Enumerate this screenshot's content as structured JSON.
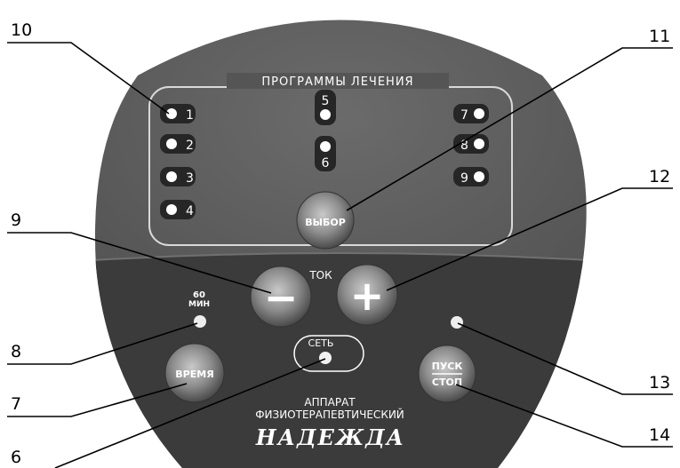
{
  "panel": {
    "programs_title": "ПРОГРАММЫ ЛЕЧЕНИЯ",
    "programs": [
      {
        "label": "1"
      },
      {
        "label": "2"
      },
      {
        "label": "3"
      },
      {
        "label": "4"
      },
      {
        "label": "5"
      },
      {
        "label": "6"
      },
      {
        "label": "7"
      },
      {
        "label": "8"
      },
      {
        "label": "9"
      }
    ],
    "select_button": "ВЫБОР",
    "current_label": "ТОК",
    "minus_button": "−",
    "plus_button": "+",
    "timer_label_top": "60",
    "timer_label_bottom": "МИН",
    "time_button": "ВРЕМЯ",
    "power_button": "СЕТЬ",
    "start_label": "ПУСК",
    "stop_label": "СТОП",
    "device_line1": "АППАРАТ",
    "device_line2": "ФИЗИОТЕРАПЕВТИЧЕСКИЙ",
    "device_name": "НАДЕЖДА"
  },
  "callouts": [
    "10",
    "11",
    "12",
    "9",
    "8",
    "7",
    "6",
    "13",
    "14"
  ],
  "colors": {
    "panel_top": "#5a5a5a",
    "panel_bottom": "#3b3b3b",
    "led": "#ffffff",
    "text": "#ffffff"
  }
}
